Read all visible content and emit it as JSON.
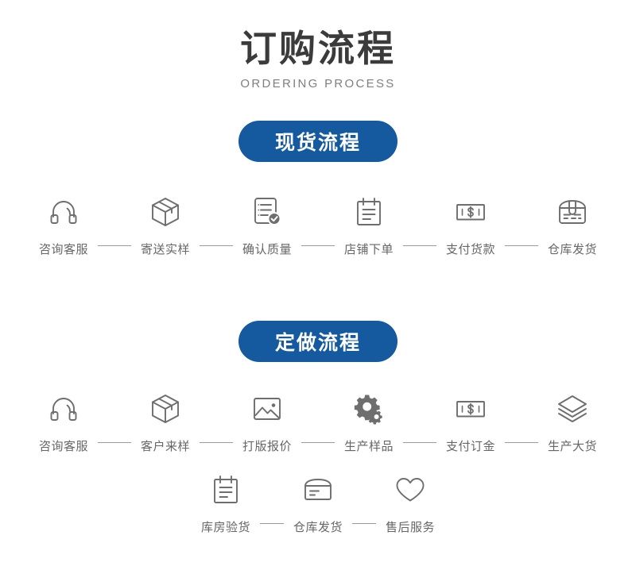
{
  "header": {
    "title": "订购流程",
    "subtitle": "ORDERING PROCESS"
  },
  "theme": {
    "accent_blue": "#15599f",
    "title_color": "#3b3b3b",
    "label_color": "#666666",
    "icon_color": "#6e6e6e",
    "background": "#ffffff"
  },
  "sections": [
    {
      "badge": "现货流程",
      "rows": [
        {
          "steps": [
            {
              "label": "咨询客服",
              "icon": "headset-icon"
            },
            {
              "label": "寄送实样",
              "icon": "box-3d-icon"
            },
            {
              "label": "确认质量",
              "icon": "document-check-icon"
            },
            {
              "label": "店铺下单",
              "icon": "notepad-icon"
            },
            {
              "label": "支付货款",
              "icon": "banknote-icon"
            },
            {
              "label": "仓库发货",
              "icon": "package-ship-icon"
            }
          ]
        }
      ]
    },
    {
      "badge": "定做流程",
      "rows": [
        {
          "steps": [
            {
              "label": "咨询客服",
              "icon": "headset-icon"
            },
            {
              "label": "客户来样",
              "icon": "box-3d-icon"
            },
            {
              "label": "打版报价",
              "icon": "image-icon"
            },
            {
              "label": "生产样品",
              "icon": "gears-icon"
            },
            {
              "label": "支付订金",
              "icon": "banknote-icon"
            },
            {
              "label": "生产大货",
              "icon": "layers-icon"
            }
          ]
        },
        {
          "steps": [
            {
              "label": "库房验货",
              "icon": "notepad-icon"
            },
            {
              "label": "仓库发货",
              "icon": "box-lines-icon"
            },
            {
              "label": "售后服务",
              "icon": "heart-icon"
            }
          ]
        }
      ]
    }
  ]
}
